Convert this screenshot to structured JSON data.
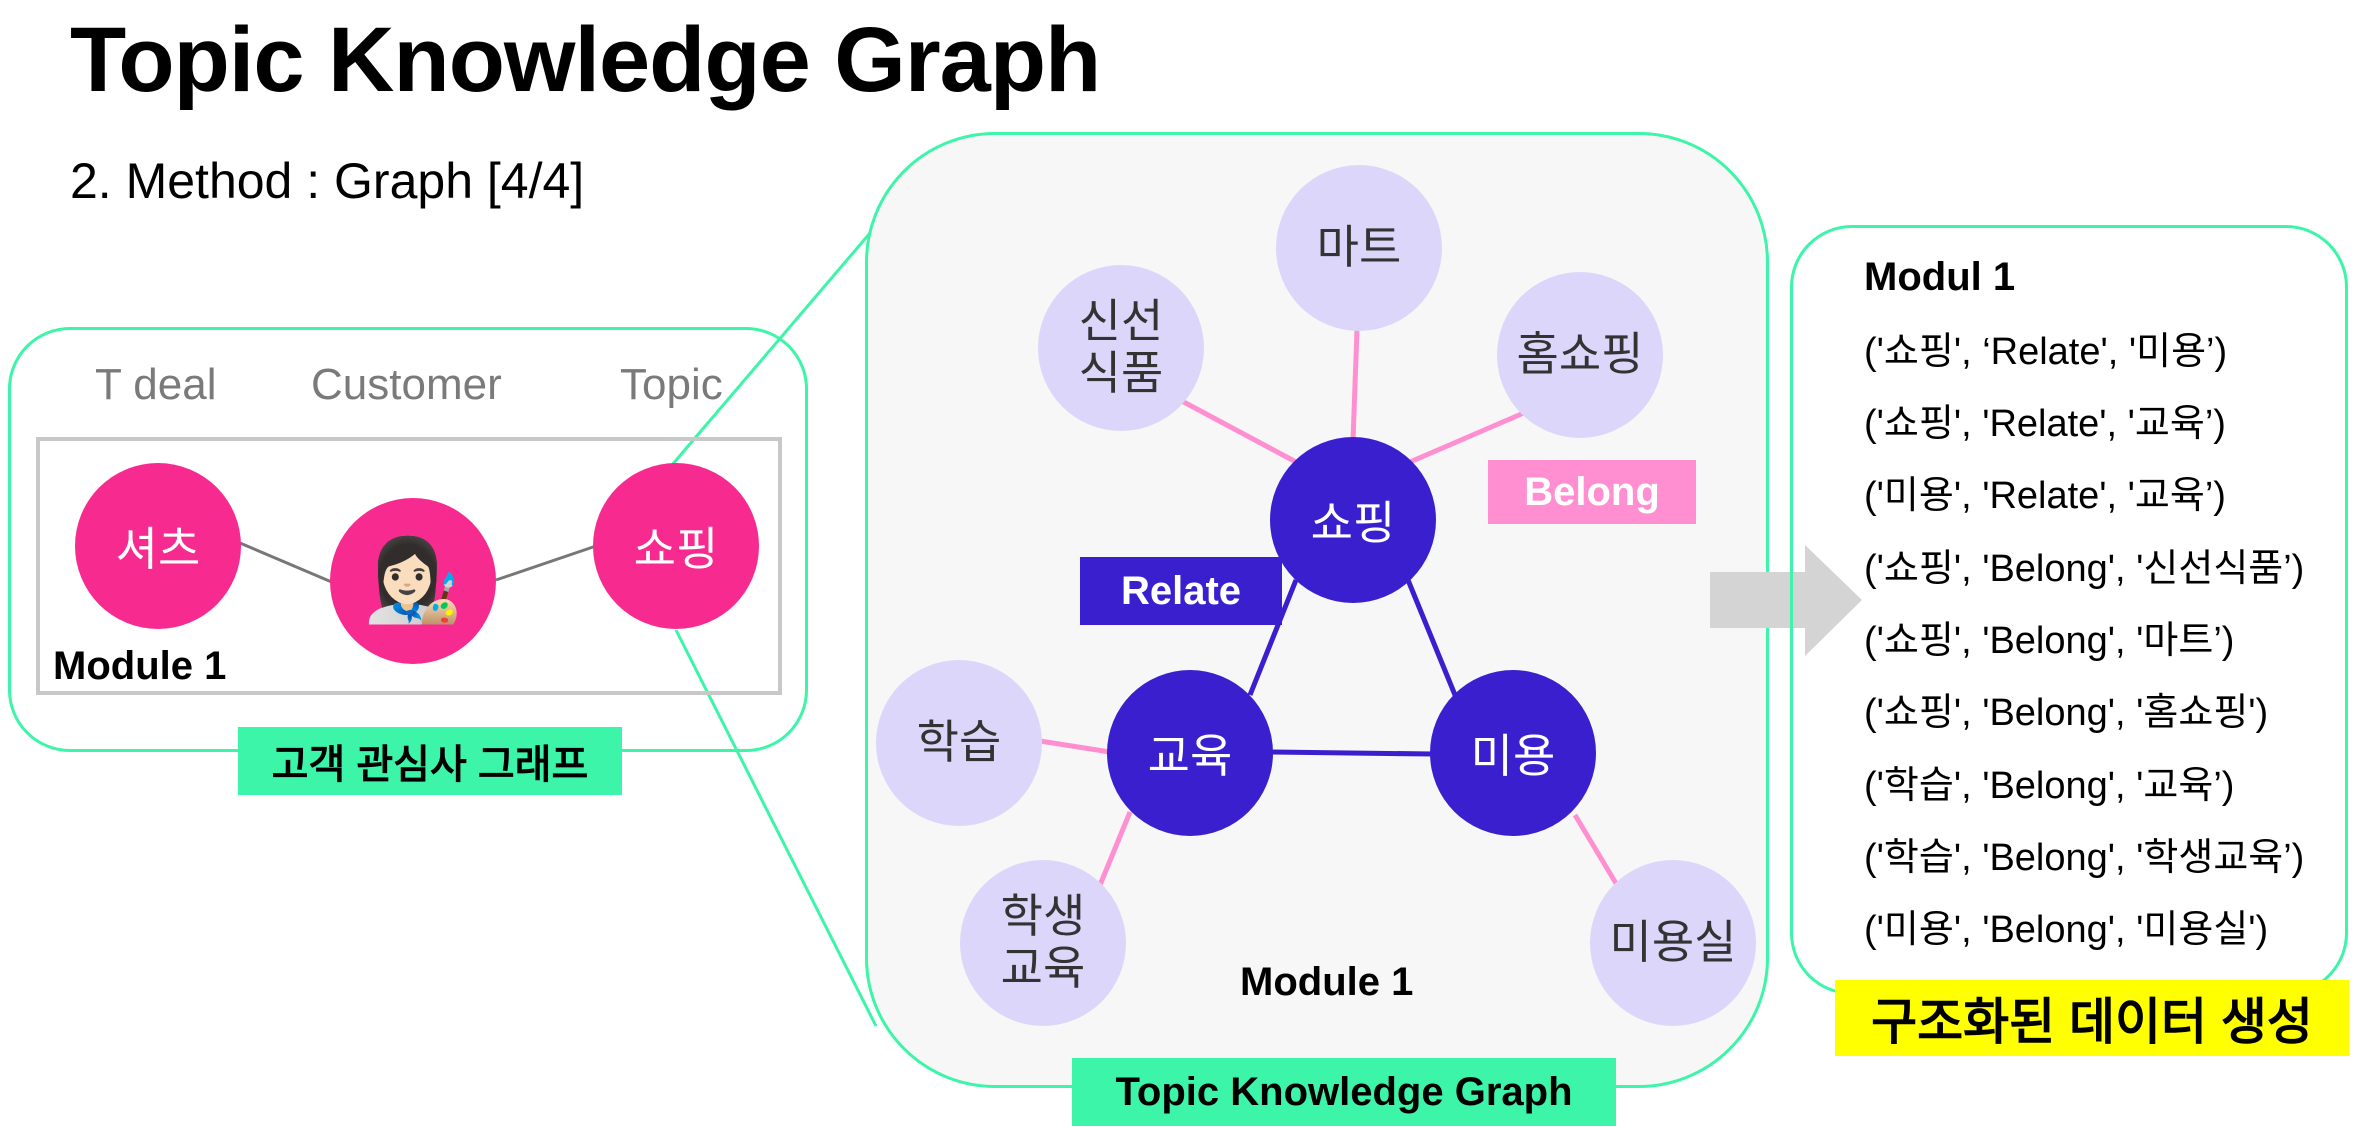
{
  "title": "Topic Knowledge Graph",
  "subtitle": "2. Method : Graph [4/4]",
  "left_panel": {
    "columns": [
      "T deal",
      "Customer",
      "Topic"
    ],
    "tdeal_node": "셔츠",
    "customer_icon": "artist-emoji-icon",
    "customer_emoji": "👩🏻‍🎨",
    "topic_node": "쇼핑",
    "module_label": "Module 1",
    "caption": "고객 관심사 그래프"
  },
  "graph": {
    "center": {
      "top": "쇼핑",
      "left": "교육",
      "right": "미용"
    },
    "satellites": {
      "mart": "마트",
      "fresh_line1": "신선",
      "fresh_line2": "식품",
      "home_shopping": "홈쇼핑",
      "study": "학습",
      "student_line1": "학생",
      "student_line2": "교육",
      "salon": "미용실"
    },
    "relate_label": "Relate",
    "belong_label": "Belong",
    "module_label": "Module 1",
    "caption": "Topic Knowledge Graph",
    "colors": {
      "relate": "#3a1fcf",
      "belong": "#ff8fd0",
      "accent": "#3cf5a8",
      "topic_node": "#f72b8f"
    }
  },
  "arrow_icon": "right-arrow-icon",
  "right_panel": {
    "heading": "Modul 1",
    "triples": [
      "('쇼핑', ‘Relate', '미용’)",
      "('쇼핑', 'Relate', '교육’)",
      "('미용', 'Relate', '교육’)",
      "('쇼핑', 'Belong', '신선식품’)",
      "('쇼핑', 'Belong', '마트’)",
      "('쇼핑', 'Belong', '홈쇼핑')",
      "('학습', 'Belong', '교육’)",
      "('학습', 'Belong', '학생교육’)",
      "('미용', 'Belong', '미용실')"
    ],
    "caption": "구조화된 데이터 생성"
  }
}
